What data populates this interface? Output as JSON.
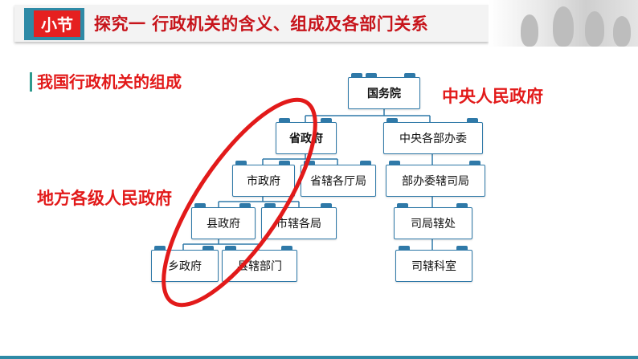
{
  "header": {
    "badge": "小节",
    "title": "探究一   行政机关的含义、组成及各部门关系"
  },
  "subtitle": "我国行政机关的组成",
  "labels": {
    "central": "中央人民政府",
    "local": "地方各级人民政府"
  },
  "org": {
    "root": "国务院",
    "provincial_gov": "省政府",
    "provincial_bureaus": "省辖各厅局",
    "city_gov": "市政府",
    "city_bureaus": "市辖各局",
    "county_gov": "县政府",
    "county_depts": "县辖部门",
    "township_gov": "乡政府",
    "central_ministries": "中央各部办委",
    "ministry_bureaus": "部办委辖司局",
    "bureau_offices": "司局辖处",
    "bureau_sections": "司辖科室"
  },
  "colors": {
    "accent_red": "#e21a1a",
    "box_border": "#2f79a8",
    "teal": "#2e8aa6"
  }
}
